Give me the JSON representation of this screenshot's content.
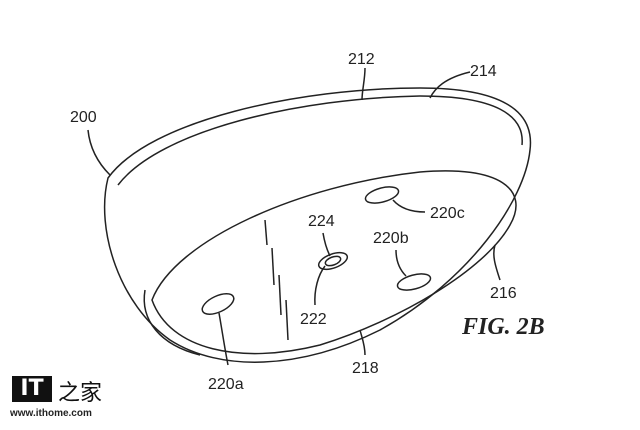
{
  "figure": {
    "title": "FIG. 2B",
    "labels": {
      "device": "200",
      "top_surface": "212",
      "rim": "214",
      "side_wall": "216",
      "bottom_surface": "218",
      "contact_a": "220a",
      "contact_b": "220b",
      "contact_c": "220c",
      "sensor": "222",
      "sensor_ring": "224"
    }
  },
  "watermark": {
    "logo_text": "IT之家",
    "url": "www.ithome.com"
  }
}
